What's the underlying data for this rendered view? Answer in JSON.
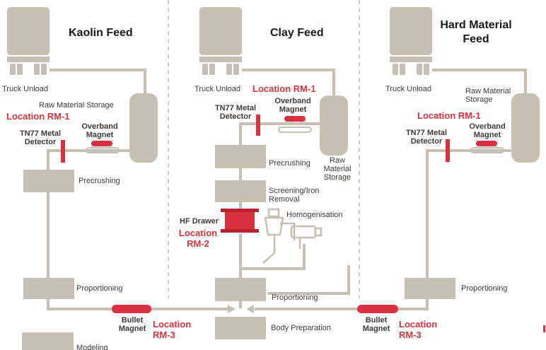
{
  "colors": {
    "box": "#c8bfb3",
    "line": "#c8bfb3",
    "red": "#d9313e",
    "text": "#3f3a36",
    "title": "#1b1b1b",
    "divider": "#bbbbbb"
  },
  "kaolin": {
    "title": "Kaolin Feed",
    "truck_unload": "Truck Unload",
    "storage": "Raw Material Storage",
    "location_rm1": "Location RM-1",
    "overband_magnet": "Overband Magnet",
    "metal_detector": "TN77 Metal Detector",
    "precrushing": "Precrushing",
    "proportioning": "Proportioning",
    "bullet_magnet": "Bullet Magnet",
    "location_rm3": "Location RM-3",
    "cut_label": "Modeling"
  },
  "clay": {
    "title": "Clay Feed",
    "truck_unload": "Truck Unload",
    "location_rm1": "Location RM-1",
    "metal_detector": "TN77 Metal Detector",
    "overband_magnet": "Overband Magnet",
    "precrushing": "Precrushing",
    "storage": "Raw Material Storage",
    "screening": "Screening/Iron Removal",
    "hf_drawer": "HF Drawer",
    "location_rm2": "Location RM-2",
    "homogenisation": "Homogenisation",
    "proportioning": "Proportioning",
    "body_preparation": "Body Preparation"
  },
  "hard": {
    "title": "Hard Material Feed",
    "truck_unload": "Truck Unload",
    "storage": "Raw Material Storage",
    "location_rm1": "Location RM-1",
    "metal_detector": "TN77 Metal Detector",
    "overband_magnet": "Overband Magnet",
    "proportioning": "Proportioning",
    "bullet_magnet": "Bullet Magnet",
    "location_rm3": "Location RM-3"
  }
}
